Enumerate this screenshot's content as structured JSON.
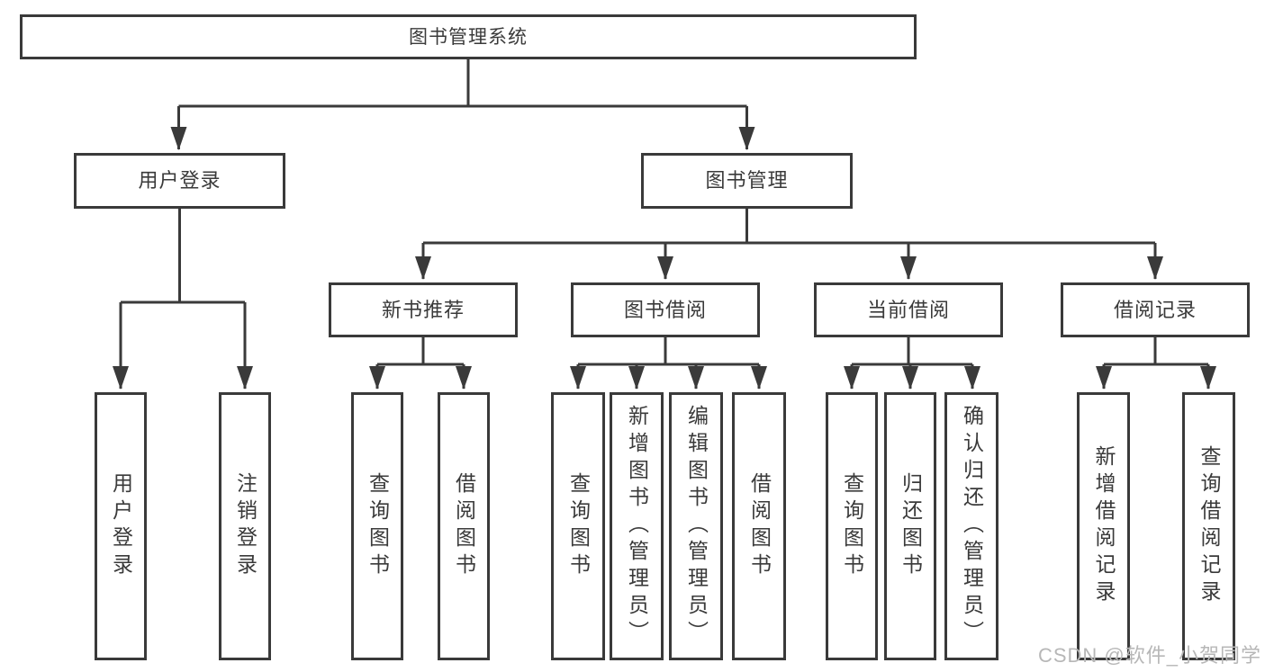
{
  "diagram": {
    "type": "tree",
    "root": {
      "label": "图书管理系统"
    },
    "branches": [
      {
        "id": "user-login",
        "label": "用户登录",
        "leaves": [
          "用户登录",
          "注销登录"
        ]
      },
      {
        "id": "book-management",
        "label": "图书管理",
        "children": [
          {
            "id": "new-book-recommendation",
            "label": "新书推荐",
            "leaves": [
              "查询图书",
              "借阅图书"
            ]
          },
          {
            "id": "book-borrowing",
            "label": "图书借阅",
            "leaves": [
              "查询图书",
              "新增图书（管理员）",
              "编辑图书（管理员）",
              "借阅图书"
            ]
          },
          {
            "id": "current-borrowing",
            "label": "当前借阅",
            "leaves": [
              "查询图书",
              "归还图书",
              "确认归还（管理员）"
            ]
          },
          {
            "id": "borrowing-records",
            "label": "借阅记录",
            "leaves": [
              "新增借阅记录",
              "查询借阅记录"
            ]
          }
        ]
      }
    ]
  },
  "watermark": "CSDN @软件_小贺同学",
  "colors": {
    "line": "#3a3a3a",
    "text": "#3a3a3a",
    "watermark": "#b7b7b7",
    "background": "#ffffff"
  }
}
